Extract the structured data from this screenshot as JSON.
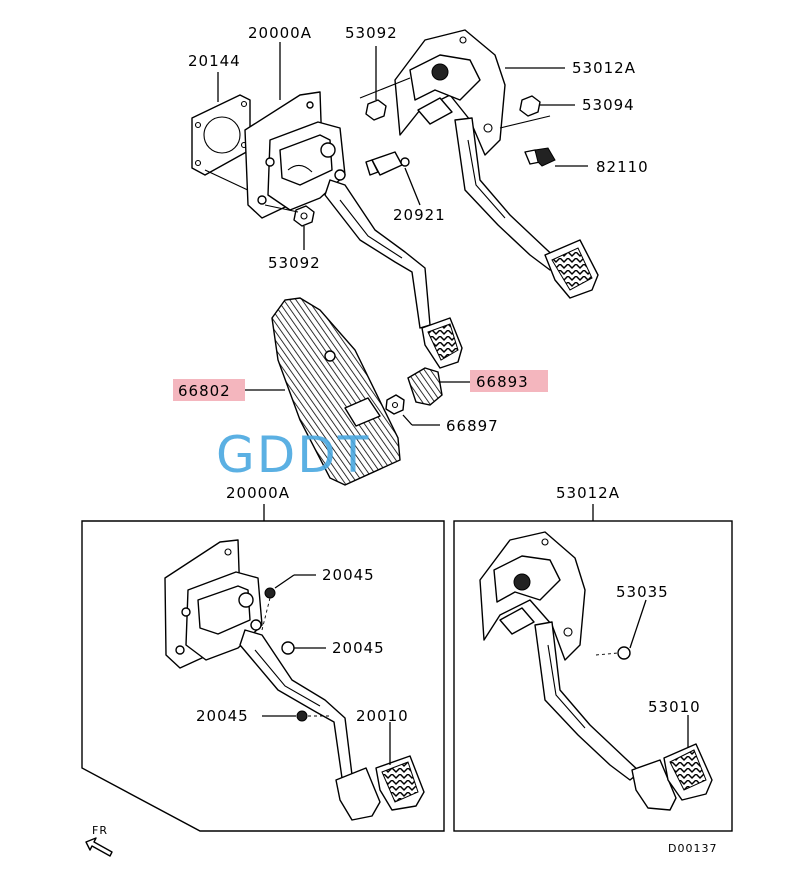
{
  "labels": {
    "top_20144": "20144",
    "top_20000A": "20000A",
    "top_53092_a": "53092",
    "top_53012A": "53012A",
    "top_53094": "53094",
    "top_82110": "82110",
    "top_20921": "20921",
    "top_53092_b": "53092",
    "mid_66802": "66802",
    "mid_66893": "66893",
    "mid_66897": "66897",
    "box_left_title": "20000A",
    "box_right_title": "53012A",
    "left_20045_a": "20045",
    "left_20045_b": "20045",
    "left_20045_c": "20045",
    "left_20010": "20010",
    "right_53035": "53035",
    "right_53010": "53010",
    "fr": "FR",
    "code": "D00137"
  },
  "watermark": "GDDT",
  "colors": {
    "highlight": "#f4b6be",
    "watermark": "#4aa8e0",
    "line": "#000000"
  }
}
